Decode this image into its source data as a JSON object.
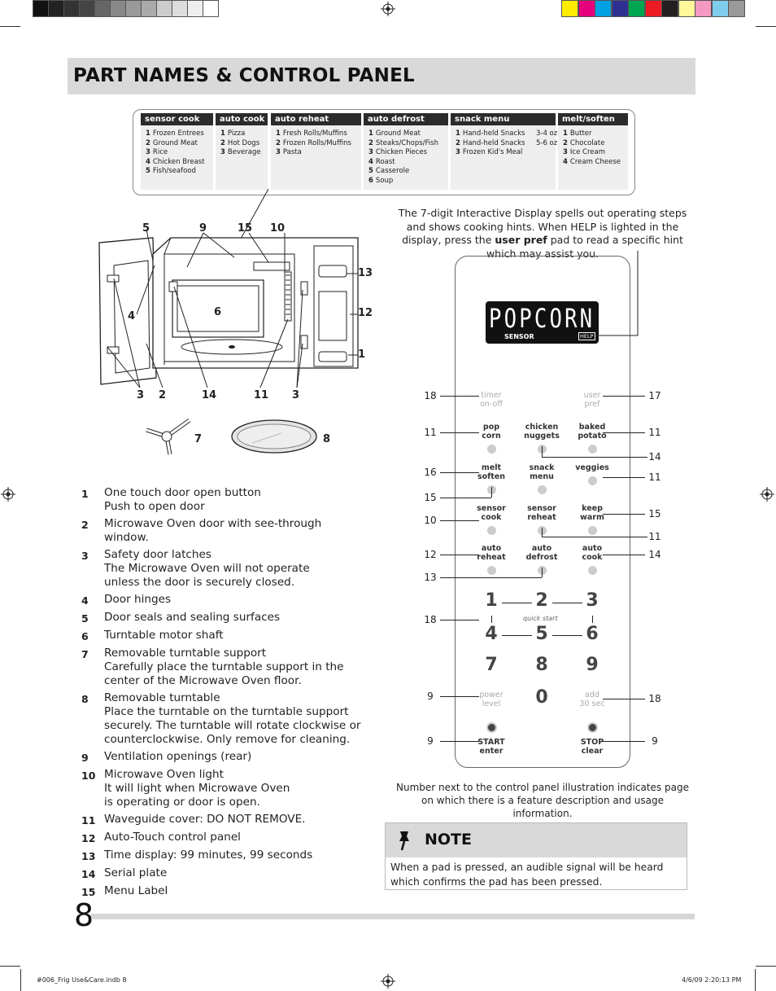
{
  "colors": {
    "header_bg": "#d9d9d9",
    "menu_head_bg": "#2b2b2b",
    "swatches_gray": [
      "#111111",
      "#222222",
      "#333333",
      "#444444",
      "#666666",
      "#888888",
      "#999999",
      "#aaaaaa",
      "#cccccc",
      "#dddddd",
      "#eeeeee",
      "#ffffff"
    ],
    "swatches_color": [
      "#ffec00",
      "#e6007e",
      "#00a0e3",
      "#2e3192",
      "#00a651",
      "#ed1c24",
      "#231f20",
      "#fff799",
      "#f49ac2",
      "#7fcdee",
      "#999999"
    ]
  },
  "header": {
    "title": "PART NAMES & CONTROL PANEL"
  },
  "menu_label": {
    "columns": [
      {
        "title": "sensor cook",
        "items": [
          [
            "1",
            "Frozen Entrees"
          ],
          [
            "2",
            "Ground Meat"
          ],
          [
            "3",
            "Rice"
          ],
          [
            "4",
            "Chicken Breast"
          ],
          [
            "5",
            "Fish/seafood"
          ]
        ]
      },
      {
        "title": "auto cook",
        "items": [
          [
            "1",
            "Pizza"
          ],
          [
            "2",
            "Hot Dogs"
          ],
          [
            "3",
            "Beverage"
          ]
        ]
      },
      {
        "title": "auto reheat",
        "items": [
          [
            "1",
            "Fresh Rolls/Muffins"
          ],
          [
            "2",
            "Frozen Rolls/Muffins"
          ],
          [
            "3",
            "Pasta"
          ]
        ]
      },
      {
        "title": "auto defrost",
        "items": [
          [
            "1",
            "Ground Meat"
          ],
          [
            "2",
            "Steaks/Chops/Fish"
          ],
          [
            "3",
            "Chicken Pieces"
          ],
          [
            "4",
            "Roast"
          ],
          [
            "5",
            "Casserole"
          ],
          [
            "6",
            "Soup"
          ]
        ]
      },
      {
        "title": "snack menu",
        "items": [
          [
            "1",
            "Hand-held Snacks     3-4 oz"
          ],
          [
            "2",
            "Hand-held Snacks     5-6 oz"
          ],
          [
            "3",
            "Frozen Kid's Meal"
          ]
        ]
      },
      {
        "title": "melt/soften",
        "items": [
          [
            "1",
            "Butter"
          ],
          [
            "2",
            "Chocolate"
          ],
          [
            "3",
            "Ice Cream"
          ],
          [
            "4",
            "Cream Cheese"
          ]
        ]
      }
    ]
  },
  "intro": {
    "text_before": "The 7-digit Interactive Display spells out operating steps and shows cooking hints. When HELP is lighted in the display, press the ",
    "bold": "user pref",
    "text_after": " pad to read a specific hint which may assist you."
  },
  "diagram_callouts": {
    "top": [
      "5",
      "9",
      "15",
      "10"
    ],
    "right": [
      "13",
      "12",
      "1"
    ],
    "left": [
      "4"
    ],
    "center": [
      "6"
    ],
    "bottom": [
      "3",
      "2",
      "14",
      "11",
      "3"
    ],
    "parts": [
      "7",
      "8"
    ]
  },
  "legend": [
    {
      "num": "1",
      "lines": [
        "One touch door open button",
        "Push to open door"
      ]
    },
    {
      "num": "2",
      "lines": [
        "Microwave Oven door with see-through window."
      ]
    },
    {
      "num": "3",
      "lines": [
        "Safety door latches",
        "The Microwave Oven will not operate",
        "unless the door is securely closed."
      ]
    },
    {
      "num": "4",
      "lines": [
        "Door hinges"
      ]
    },
    {
      "num": "5",
      "lines": [
        "Door seals and sealing surfaces"
      ]
    },
    {
      "num": "6",
      "lines": [
        "Turntable motor shaft"
      ]
    },
    {
      "num": "7",
      "lines": [
        "Removable turntable support",
        "Carefully place the turntable support in the",
        "center of the Microwave Oven floor."
      ]
    },
    {
      "num": "8",
      "lines": [
        "Removable turntable",
        "Place the turntable on the turntable support",
        "securely. The turntable will rotate clockwise or",
        "counterclockwise. Only remove for cleaning."
      ]
    },
    {
      "num": "9",
      "lines": [
        "Ventilation openings (rear)"
      ]
    },
    {
      "num": "10",
      "lines": [
        "Microwave Oven light",
        "It will light when Microwave Oven",
        "is operating or door is open."
      ]
    },
    {
      "num": "11",
      "lines": [
        "Waveguide cover: DO NOT REMOVE."
      ]
    },
    {
      "num": "12",
      "lines": [
        "Auto-Touch control panel"
      ]
    },
    {
      "num": "13",
      "lines": [
        "Time display: 99 minutes, 99 seconds"
      ]
    },
    {
      "num": "14",
      "lines": [
        "Serial plate"
      ]
    },
    {
      "num": "15",
      "lines": [
        "Menu Label"
      ]
    }
  ],
  "panel": {
    "display_text": "POPCORN",
    "display_sensor": "SENSOR",
    "display_help": "HELP",
    "pads": [
      {
        "label": "timer\non-off",
        "gray": true
      },
      {
        "label": "user\npref",
        "gray": true
      },
      {
        "label": "pop\ncorn"
      },
      {
        "label": "chicken\nnuggets"
      },
      {
        "label": "baked\npotato"
      },
      {
        "label": "melt\nsoften"
      },
      {
        "label": "snack\nmenu"
      },
      {
        "label": "veggies"
      },
      {
        "label": "sensor\ncook"
      },
      {
        "label": "sensor\nreheat"
      },
      {
        "label": "keep\nwarm"
      },
      {
        "label": "auto\nreheat"
      },
      {
        "label": "auto\ndefrost"
      },
      {
        "label": "auto\ncook"
      },
      {
        "label": "power\nlevel",
        "gray": true
      },
      {
        "label": "add\n30 sec",
        "gray": true
      },
      {
        "label": "START\nenter"
      },
      {
        "label": "STOP\nclear"
      }
    ],
    "digits": [
      "1",
      "2",
      "3",
      "4",
      "5",
      "6",
      "7",
      "8",
      "9",
      "0"
    ],
    "quick_start": "quick start",
    "page_refs_left": [
      "18",
      "11",
      "16",
      "15",
      "10",
      "12",
      "13",
      "18",
      "9",
      "9"
    ],
    "page_refs_right": [
      "17",
      "11",
      "14",
      "11",
      "15",
      "11",
      "14",
      "18",
      "9"
    ]
  },
  "caption": "Number next to the control panel illustration indicates page on which there is a feature description and usage information.",
  "note": {
    "title": "NOTE",
    "text": "When a pad is pressed, an audible signal will be heard which confirms the pad has been pressed."
  },
  "page_number": "8",
  "footer": {
    "left": "#006_Frig Use&Care.indb   8",
    "right": "4/6/09   2:20:13 PM"
  }
}
